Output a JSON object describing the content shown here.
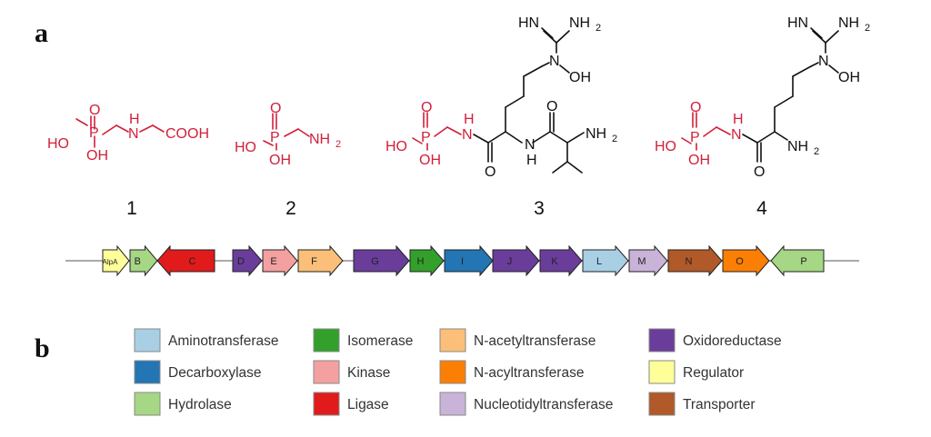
{
  "panels": {
    "a": "a",
    "b": "b"
  },
  "colors": {
    "red": "#d1203a",
    "black": "#111111",
    "Aminotransferase": "#a8cfe4",
    "Decarboxylase": "#2475b3",
    "Hydrolase": "#a6d785",
    "Isomerase": "#33a02c",
    "Kinase": "#f4a0a0",
    "Ligase": "#e11b1b",
    "N-acetyltransferase": "#fbbf79",
    "N-acyltransferase": "#fb7f04",
    "Nucleotidyltransferase": "#c9b3d8",
    "Oxidoreductase": "#6a3d9a",
    "Regulator": "#ffff99",
    "Transporter": "#b15928"
  },
  "compounds": [
    {
      "id": "1",
      "label": "1",
      "atoms": {
        "o": "O",
        "p": "P",
        "ho": "HO",
        "oh": "OH",
        "h": "H",
        "n": "N",
        "cooh": "COOH"
      }
    },
    {
      "id": "2",
      "label": "2",
      "atoms": {
        "o": "O",
        "p": "P",
        "ho": "HO",
        "oh": "OH",
        "nh": "NH",
        "sub2": "2"
      }
    },
    {
      "id": "3",
      "label": "3",
      "atoms": {
        "o": "O",
        "p": "P",
        "ho": "HO",
        "oh": "OH",
        "h": "H",
        "n": "N",
        "o2": "O",
        "nh": "N",
        "nh_h": "H",
        "o3": "O",
        "nh2": "NH",
        "sub2": "2",
        "hn": "HN",
        "nh2b": "NH",
        "sub2b": "2",
        "n2": "N",
        "oh2": "OH"
      }
    },
    {
      "id": "4",
      "label": "4",
      "atoms": {
        "o": "O",
        "p": "P",
        "ho": "HO",
        "oh": "OH",
        "h": "H",
        "n": "N",
        "o2": "O",
        "nh2": "NH",
        "sub2": "2",
        "hn": "HN",
        "nh2b": "NH",
        "sub2b": "2",
        "n2": "N",
        "oh2": "OH"
      }
    }
  ],
  "genes": [
    {
      "label": "AlpA",
      "cat": "Regulator",
      "dir": "right"
    },
    {
      "label": "B",
      "cat": "Hydrolase",
      "dir": "right"
    },
    {
      "label": "C",
      "cat": "Ligase",
      "dir": "left"
    },
    {
      "label": "D",
      "cat": "Oxidoreductase",
      "dir": "right"
    },
    {
      "label": "E",
      "cat": "Kinase",
      "dir": "right"
    },
    {
      "label": "F",
      "cat": "N-acetyltransferase",
      "dir": "right"
    },
    {
      "label": "G",
      "cat": "Oxidoreductase",
      "dir": "right"
    },
    {
      "label": "H",
      "cat": "Isomerase",
      "dir": "right"
    },
    {
      "label": "I",
      "cat": "Decarboxylase",
      "dir": "right"
    },
    {
      "label": "J",
      "cat": "Oxidoreductase",
      "dir": "right"
    },
    {
      "label": "K",
      "cat": "Oxidoreductase",
      "dir": "right"
    },
    {
      "label": "L",
      "cat": "Aminotransferase",
      "dir": "right"
    },
    {
      "label": "M",
      "cat": "Nucleotidyltransferase",
      "dir": "right"
    },
    {
      "label": "N",
      "cat": "Transporter",
      "dir": "right"
    },
    {
      "label": "O",
      "cat": "N-acyltransferase",
      "dir": "right"
    },
    {
      "label": "P",
      "cat": "Hydrolase",
      "dir": "left"
    }
  ],
  "legend": [
    [
      "Aminotransferase",
      "Decarboxylase",
      "Hydrolase"
    ],
    [
      "Isomerase",
      "Kinase",
      "Ligase"
    ],
    [
      "N-acetyltransferase",
      "N-acyltransferase",
      "Nucleotidyltransferase"
    ],
    [
      "Oxidoreductase",
      "Regulator",
      "Transporter"
    ]
  ]
}
